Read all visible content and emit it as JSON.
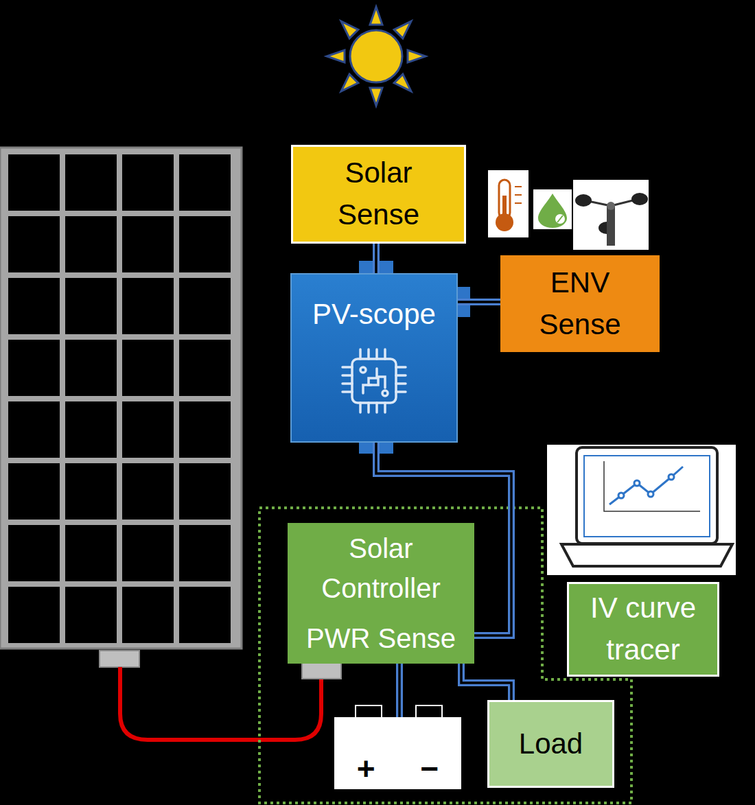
{
  "diagram": {
    "nodes": [
      {
        "text": [
          "Solar Sense"
        ]
      },
      {
        "text": [
          "PV-scope"
        ]
      },
      {
        "text": [
          "ENV Sense"
        ]
      },
      {
        "text": [
          "Solar Controller"
        ]
      },
      {
        "text": [
          "PWR Sense"
        ]
      },
      {
        "text": [
          "+",
          "−"
        ]
      },
      {
        "text": [
          "Load"
        ]
      },
      {
        "text": [
          "IV curve tracer"
        ]
      }
    ],
    "edges": [
      {
        "from": 0,
        "to": 1,
        "arrow": "none"
      },
      {
        "from": 1,
        "to": 2,
        "arrow": "none"
      },
      {
        "from": 1,
        "to": 4,
        "arrow": "none"
      },
      {
        "from": 4,
        "to": 5,
        "arrow": "none"
      },
      {
        "from": 4,
        "to": 6,
        "arrow": "none"
      }
    ]
  }
}
